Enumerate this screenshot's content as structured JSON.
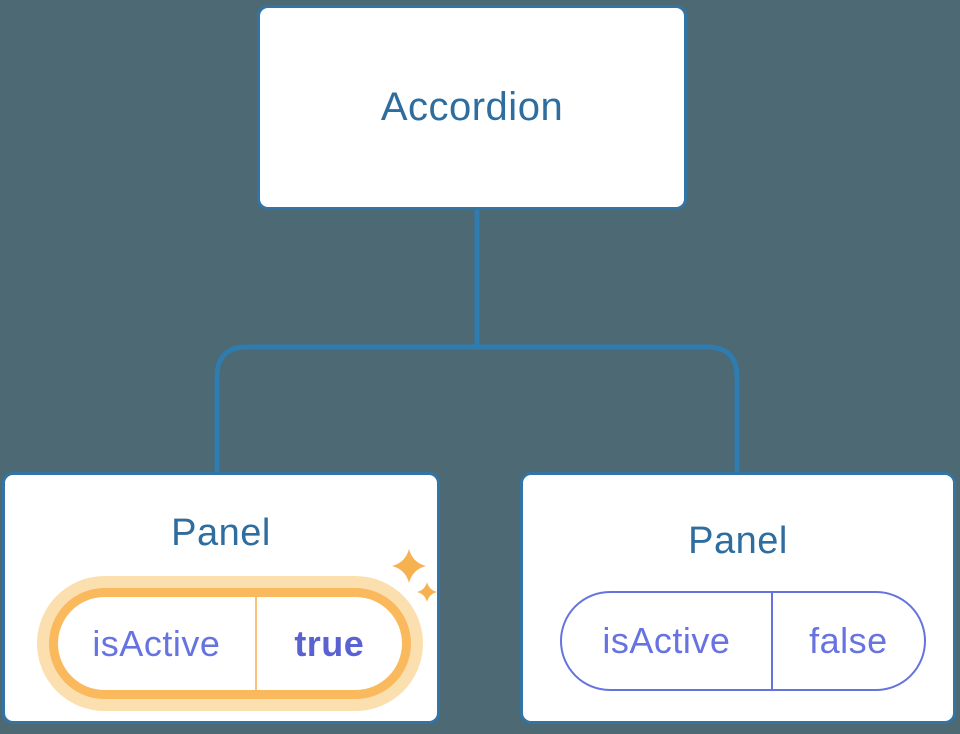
{
  "tree": {
    "root": {
      "label": "Accordion"
    },
    "panels": [
      {
        "title": "Panel",
        "prop": "isActive",
        "value": "true",
        "highlighted": true
      },
      {
        "title": "Panel",
        "prop": "isActive",
        "value": "false",
        "highlighted": false
      }
    ]
  },
  "colors": {
    "background": "#4D6973",
    "node_fill": "#FFFFFF",
    "node_border": "#3374A6",
    "connector": "#2E7CB0",
    "title_text": "#2E6D9E",
    "state_text": "#6673E0",
    "state_value_active_text": "#5A62D2",
    "highlight_border": "#F9B95C",
    "highlight_glow": "#FCDFAE",
    "highlight_divider": "#F9C377",
    "inactive_pill_border": "#6673DE",
    "sparkle": "#F6B150"
  }
}
